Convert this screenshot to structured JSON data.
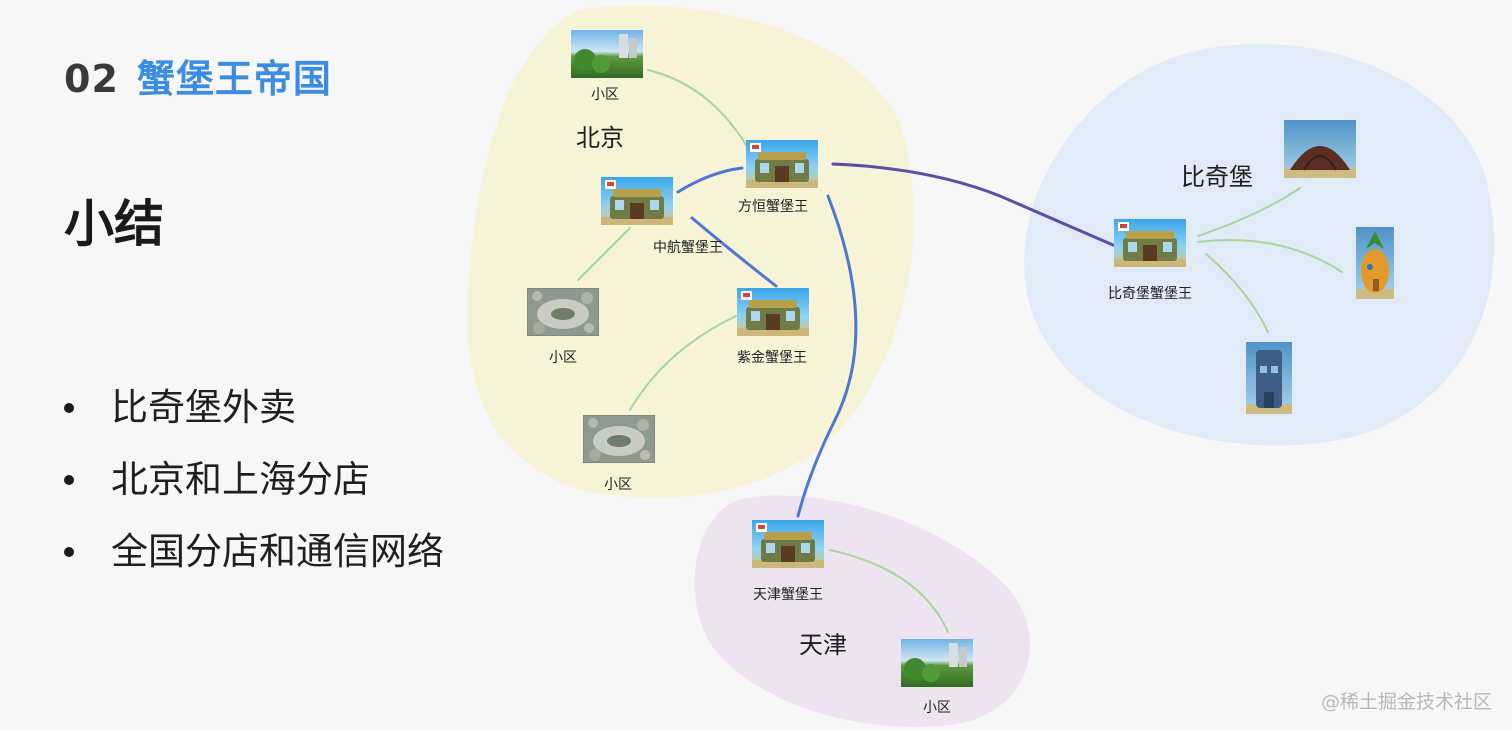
{
  "header": {
    "number": "02",
    "title": "蟹堡王帝国"
  },
  "subtitle": "小结",
  "bullets": [
    "比奇堡外卖",
    "北京和上海分店",
    "全国分店和通信网络"
  ],
  "diagram": {
    "regions": [
      {
        "id": "beijing",
        "label": "北京",
        "color": "#f6f3d6"
      },
      {
        "id": "bikini",
        "label": "比奇堡",
        "color": "#e0ebf7"
      },
      {
        "id": "tianjin",
        "label": "天津",
        "color": "#ede3f1"
      }
    ],
    "nodes": [
      {
        "id": "bj-community-top",
        "label": "小区",
        "image": "community-photo-icon"
      },
      {
        "id": "fangheng",
        "label": "方恒蟹堡王",
        "image": "krusty-krab-icon"
      },
      {
        "id": "zhonghang",
        "label": "中航蟹堡王",
        "image": "krusty-krab-icon"
      },
      {
        "id": "bj-community-left",
        "label": "小区",
        "image": "aerial-community-icon"
      },
      {
        "id": "zijin",
        "label": "紫金蟹堡王",
        "image": "krusty-krab-icon"
      },
      {
        "id": "bj-community-bottom",
        "label": "小区",
        "image": "aerial-community-icon"
      },
      {
        "id": "bikini-kk",
        "label": "比奇堡蟹堡王",
        "image": "krusty-krab-icon"
      },
      {
        "id": "rock-house",
        "label": "",
        "image": "rock-house-icon"
      },
      {
        "id": "pineapple-house",
        "label": "",
        "image": "pineapple-house-icon"
      },
      {
        "id": "tiki-house",
        "label": "",
        "image": "tiki-house-icon"
      },
      {
        "id": "tianjin-kk",
        "label": "天津蟹堡王",
        "image": "krusty-krab-icon"
      },
      {
        "id": "tj-community",
        "label": "小区",
        "image": "community-photo-icon"
      }
    ],
    "links": [
      {
        "from": "bj-community-top",
        "to": "fangheng",
        "kind": "local"
      },
      {
        "from": "zhonghang",
        "to": "fangheng",
        "kind": "network"
      },
      {
        "from": "zhonghang",
        "to": "zijin",
        "kind": "network"
      },
      {
        "from": "fangheng",
        "to": "tianjin-kk",
        "kind": "network"
      },
      {
        "from": "fangheng",
        "to": "bikini-kk",
        "kind": "backbone"
      },
      {
        "from": "zhonghang",
        "to": "bj-community-left",
        "kind": "local"
      },
      {
        "from": "zijin",
        "to": "bj-community-bottom",
        "kind": "local"
      },
      {
        "from": "bikini-kk",
        "to": "rock-house",
        "kind": "local"
      },
      {
        "from": "bikini-kk",
        "to": "pineapple-house",
        "kind": "local"
      },
      {
        "from": "bikini-kk",
        "to": "tiki-house",
        "kind": "local"
      },
      {
        "from": "tianjin-kk",
        "to": "tj-community",
        "kind": "local"
      }
    ],
    "link_colors": {
      "local": "#a9d59a",
      "network": "#4b78d4",
      "backbone": "#5a4fa8"
    }
  },
  "watermark": "@稀土掘金技术社区"
}
